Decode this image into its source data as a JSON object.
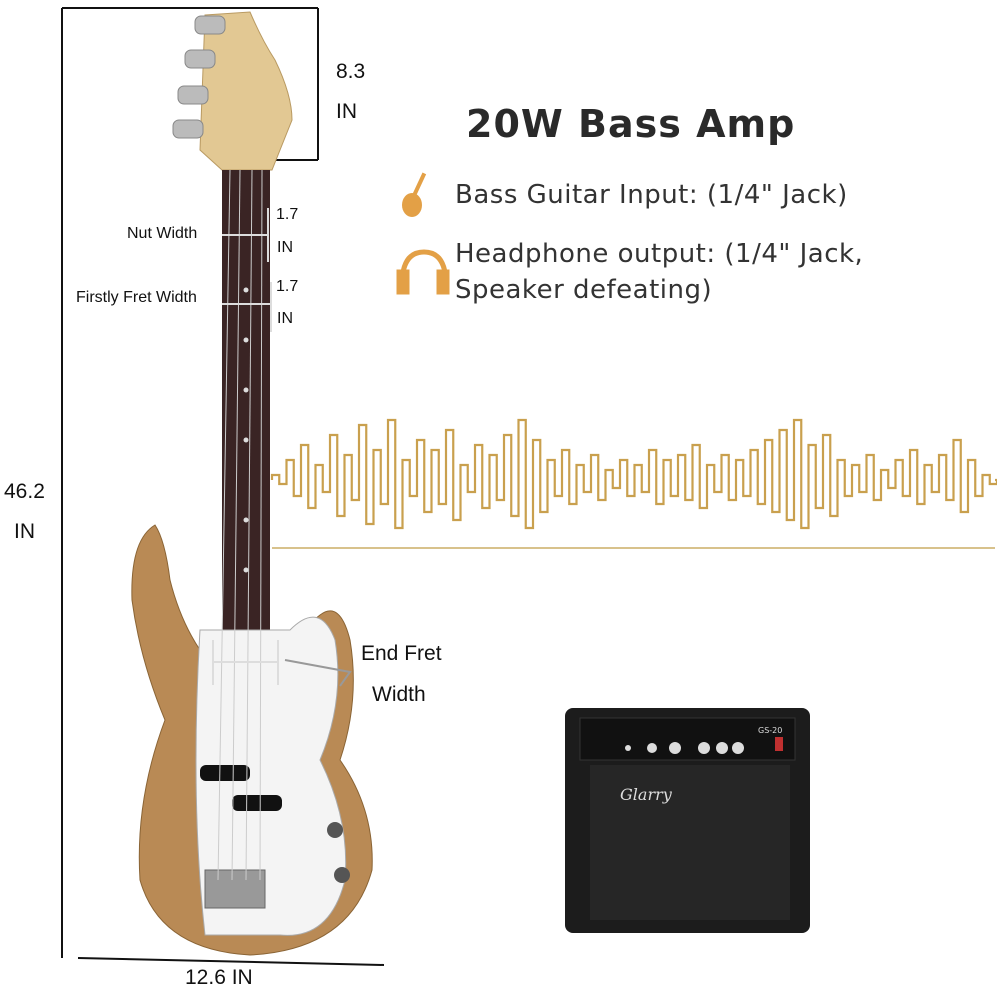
{
  "dimensions": {
    "headstock_length": {
      "value": "8.3",
      "unit": "IN"
    },
    "total_length": {
      "value": "46.2",
      "unit": "IN"
    },
    "body_width": "12.6 IN",
    "nut_width": {
      "label": "Nut  Width",
      "value": "1.7",
      "unit": "IN"
    },
    "first_fret_width": {
      "label": "Firstly Fret Width",
      "value": "1.7",
      "unit": "IN"
    },
    "end_fret_width": {
      "label_line1": "End Fret",
      "label_line2": "Width"
    }
  },
  "amp": {
    "title": "20W Bass Amp",
    "features": [
      {
        "icon": "guitar-icon",
        "text": "Bass Guitar Input: (1/4\" Jack)"
      },
      {
        "icon": "headphones-icon",
        "line1": "Headphone output: (1/4\" Jack,",
        "line2": "Speaker defeating)"
      }
    ],
    "logo": "Glarry",
    "model": "GS-20"
  },
  "colors": {
    "accent_gold": "#c9a04e",
    "wood": "#b98a55",
    "fretboard": "#3a2424",
    "amp_black": "#1c1c1c"
  }
}
